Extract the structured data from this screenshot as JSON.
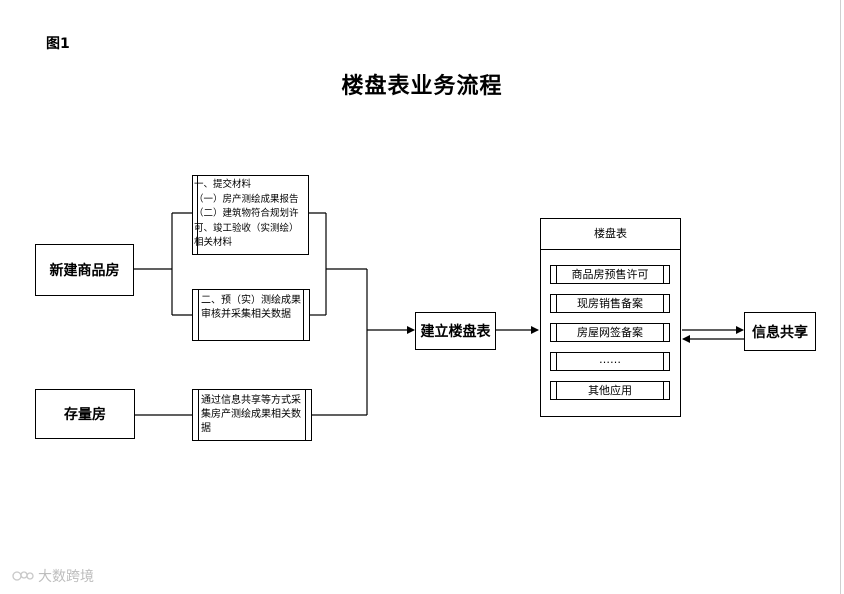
{
  "figure_label": "图1",
  "title": "楼盘表业务流程",
  "nodes": {
    "new_house": "新建商品房",
    "existing_house": "存量房",
    "build_table": "建立楼盘表",
    "info_share": "信息共享"
  },
  "submit_materials": {
    "text": "一、提交材料\n（一）房产测绘成果报告\n（二）建筑物符合规划许可、竣工验收（实测绘）相关材料"
  },
  "review": {
    "text": "二、预（实）测绘成果审核并采集相关数据"
  },
  "existing_collect": {
    "text": "通过信息共享等方式采集房产测绘成果相关数据"
  },
  "panel": {
    "title": "楼盘表",
    "items": [
      "商品房预售许可",
      "现房销售备案",
      "房屋网签备案",
      "……",
      "其他应用"
    ]
  },
  "watermark": "大数跨境"
}
